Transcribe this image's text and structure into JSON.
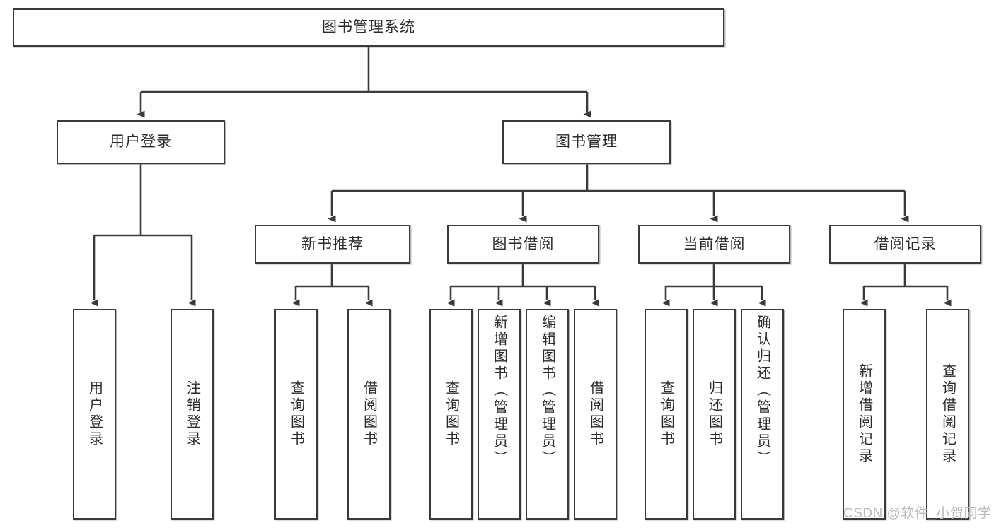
{
  "diagram": {
    "title": "图书管理系统",
    "watermark": "CSDN @软件_小贺同学",
    "root": {
      "label": "图书管理系统"
    },
    "level2": [
      {
        "label": "用户登录"
      },
      {
        "label": "图书管理"
      }
    ],
    "level3": [
      {
        "label": "新书推荐"
      },
      {
        "label": "图书借阅"
      },
      {
        "label": "当前借阅"
      },
      {
        "label": "借阅记录"
      }
    ],
    "leaves": [
      {
        "label": "用户登录"
      },
      {
        "label": "注销登录"
      },
      {
        "label": "查询图书"
      },
      {
        "label": "借阅图书"
      },
      {
        "label": "查询图书"
      },
      {
        "label": "新增图书（管理员）"
      },
      {
        "label": "编辑图书（管理员）"
      },
      {
        "label": "借阅图书"
      },
      {
        "label": "查询图书"
      },
      {
        "label": "归还图书"
      },
      {
        "label": "确认归还（管理员）"
      },
      {
        "label": "新增借阅记录"
      },
      {
        "label": "查询借阅记录"
      }
    ],
    "colors": {
      "stroke": "#3a3a3a",
      "text": "#2b2b2b",
      "background": "#ffffff",
      "watermark": "#b9b9b9"
    }
  }
}
